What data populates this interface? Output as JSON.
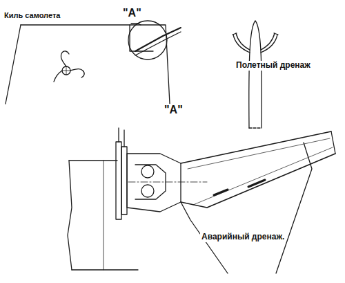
{
  "diagram": {
    "labels": [
      "Киль самолета",
      "\"A\"",
      "Полетный дренаж",
      "\"A\"",
      "Аварийный дренаж."
    ]
  }
}
